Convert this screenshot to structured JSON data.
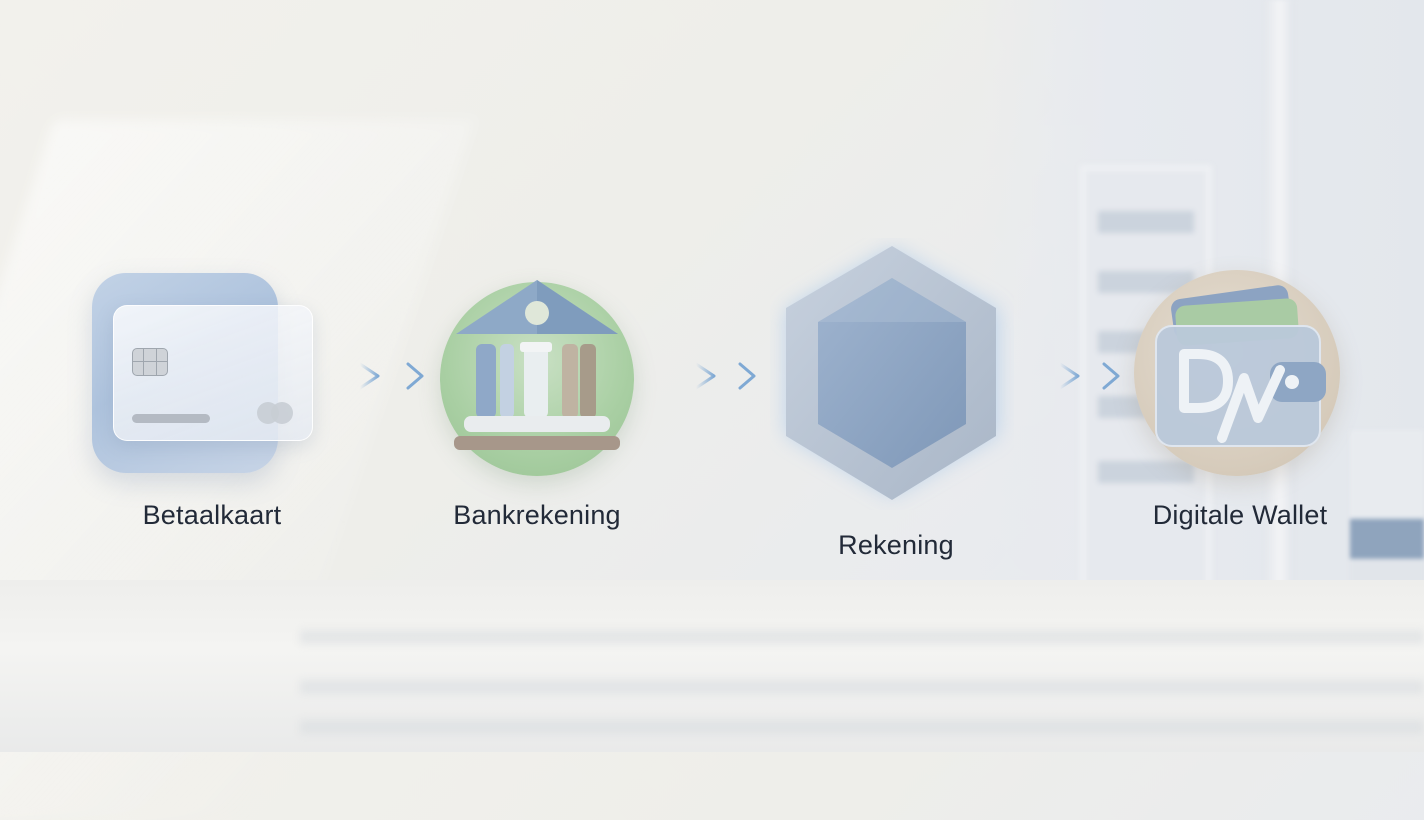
{
  "steps": [
    {
      "label": "Betaalkaart",
      "icon": "credit-card-icon"
    },
    {
      "label": "Bankrekening",
      "icon": "bank-icon"
    },
    {
      "label": "Rekening",
      "icon": "hexagon-icon"
    },
    {
      "label": "Digitale Wallet",
      "icon": "wallet-icon"
    }
  ],
  "colors": {
    "text": "#222a38",
    "arrow": "#7fa9d4",
    "card": "#aec3dd",
    "bank": "#a9cfa3",
    "hexagon": "#8fa7c6",
    "wallet": "#cbbfae"
  }
}
